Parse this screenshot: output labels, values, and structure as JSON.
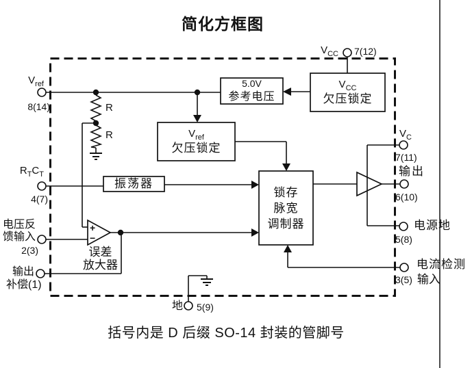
{
  "title": "简化方框图",
  "caption": "括号内是 D 后缀 SO-14 封装的管脚号",
  "colors": {
    "ink": "#111111",
    "background": "#ffffff"
  },
  "blocks": {
    "ref5v": {
      "line1": "5.0V",
      "line2": "参考电压"
    },
    "vcc_uvlo": {
      "sym_main": "V",
      "sym_sub": "CC",
      "line2": "欠压锁定"
    },
    "vref_uvlo": {
      "sym_main": "V",
      "sym_sub": "ref",
      "line2": "欠压锁定"
    },
    "oscillator": {
      "label": "振荡器"
    },
    "pwm": {
      "line1": "锁存",
      "line2": "脉宽",
      "line3": "调制器"
    },
    "error_amp": {
      "plus": "+",
      "minus": "−",
      "line1": "误差",
      "line2": "放大器"
    }
  },
  "resistors": {
    "r_top": "R",
    "r_bottom": "R"
  },
  "pins": {
    "vref": {
      "sym_main": "V",
      "sym_sub": "ref",
      "number": "8(14)"
    },
    "rtct": {
      "sym1_main": "R",
      "sym1_sub": "T",
      "sym2_main": "C",
      "sym2_sub": "T",
      "number": "4(7)"
    },
    "feedback": {
      "label_line1": "电压反",
      "label_line2": "馈输入",
      "number": "2(3)"
    },
    "comp": {
      "label_line1": "输出",
      "label_line2": "补偿(1)"
    },
    "vcc": {
      "sym_main": "V",
      "sym_sub": "CC",
      "number": "7(12)"
    },
    "ground": {
      "label": "地",
      "number": "5(9)"
    },
    "vc": {
      "sym_main": "V",
      "sym_sub": "C",
      "number": "7(11)"
    },
    "output": {
      "label": "输出",
      "number": "6(10)"
    },
    "power_ground": {
      "label": "电源地",
      "number": "5(8)"
    },
    "current_sense": {
      "label": "电流检测",
      "number": "3(5)",
      "label2": "输入"
    }
  }
}
